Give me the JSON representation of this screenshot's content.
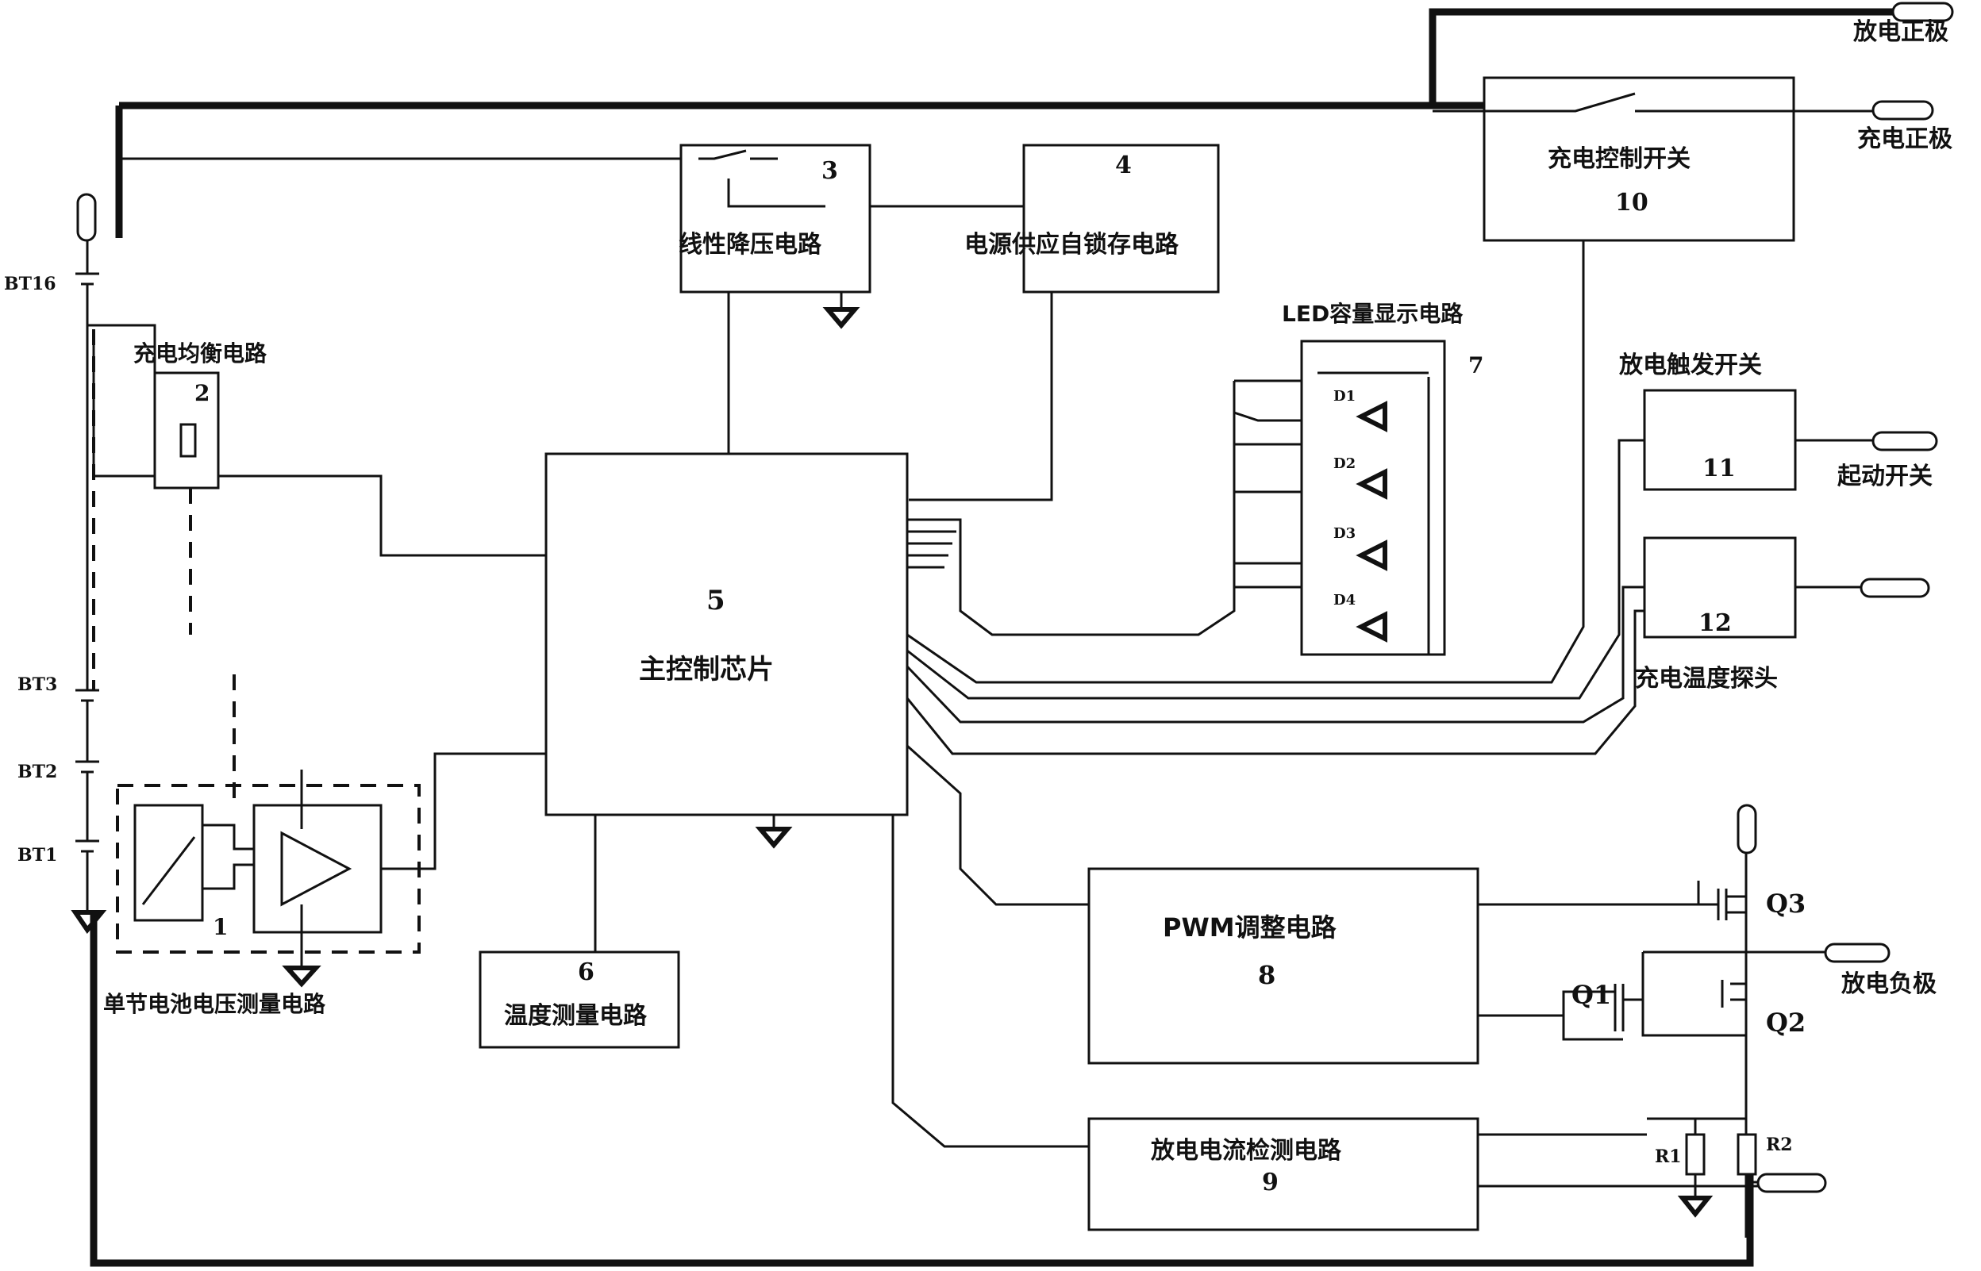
{
  "blocks": {
    "b1": {
      "label": "单节电池电压测量电路",
      "number": "1"
    },
    "b2": {
      "label": "充电均衡电路",
      "number": "2"
    },
    "b3": {
      "label": "线性降压电路",
      "number": "3"
    },
    "b4": {
      "label": "电源供应自锁存电路",
      "number": "4"
    },
    "b5": {
      "label": "主控制芯片",
      "number": "5"
    },
    "b6": {
      "label": "温度测量电路",
      "number": "6"
    },
    "b7": {
      "label": "LED容量显示电路",
      "number": "7"
    },
    "b8": {
      "label": "PWM调整电路",
      "number": "8"
    },
    "b9": {
      "label": "放电电流检测电路",
      "number": "9"
    },
    "b10": {
      "label": "充电控制开关",
      "number": "10"
    },
    "b11": {
      "label": "放电触发开关",
      "number": "11"
    },
    "b12": {
      "label": "充电温度探头",
      "number": "12"
    }
  },
  "terminals": {
    "discharge_pos": "放电正极",
    "charge_pos": "充电正极",
    "start_switch": "起动开关",
    "discharge_neg": "放电负极"
  },
  "batteries": [
    "BT16",
    "BT3",
    "BT2",
    "BT1"
  ],
  "leds": [
    "D1",
    "D2",
    "D3",
    "D4"
  ],
  "transistors": [
    "Q1",
    "Q2",
    "Q3"
  ],
  "resistors": [
    "R1",
    "R2"
  ]
}
